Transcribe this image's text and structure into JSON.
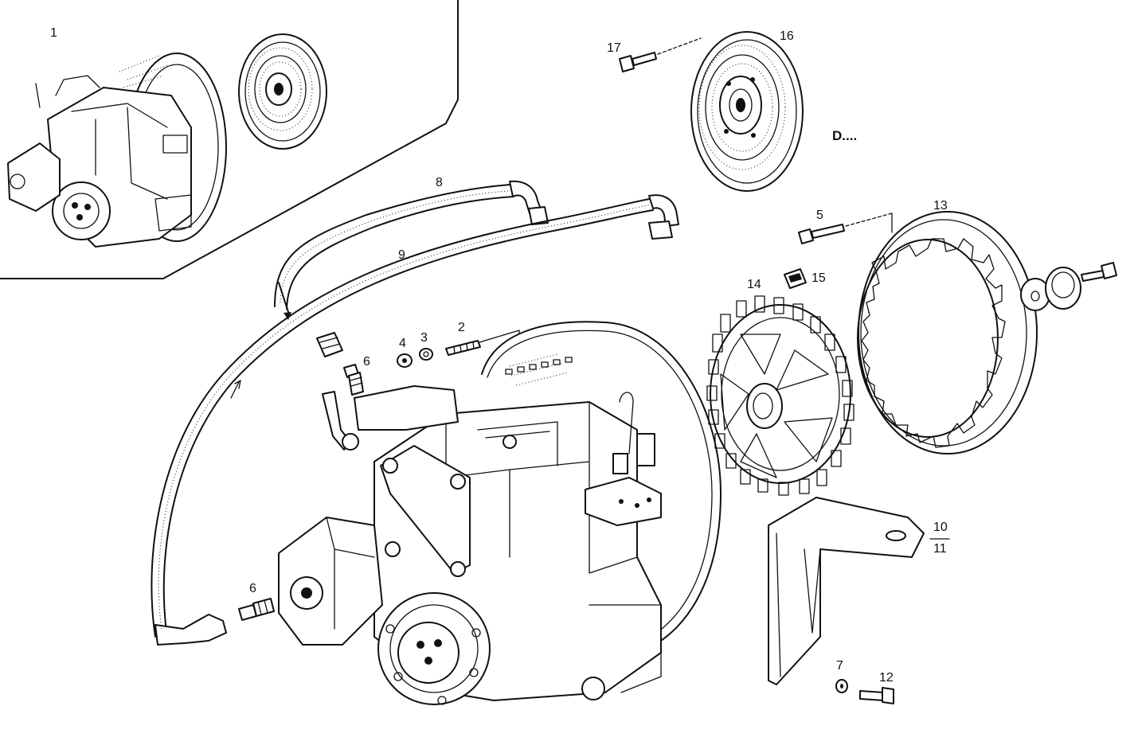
{
  "diagram": {
    "callouts": {
      "c1": "1",
      "c2": "2",
      "c3": "3",
      "c4": "4",
      "c5": "5",
      "c6a": "6",
      "c6b": "6",
      "c7": "7",
      "c8": "8",
      "c9": "9",
      "c10": "10",
      "c11": "11",
      "c12": "12",
      "c13": "13",
      "c14": "14",
      "c15": "15",
      "c16": "16",
      "c17": "17"
    },
    "note": "D...."
  }
}
